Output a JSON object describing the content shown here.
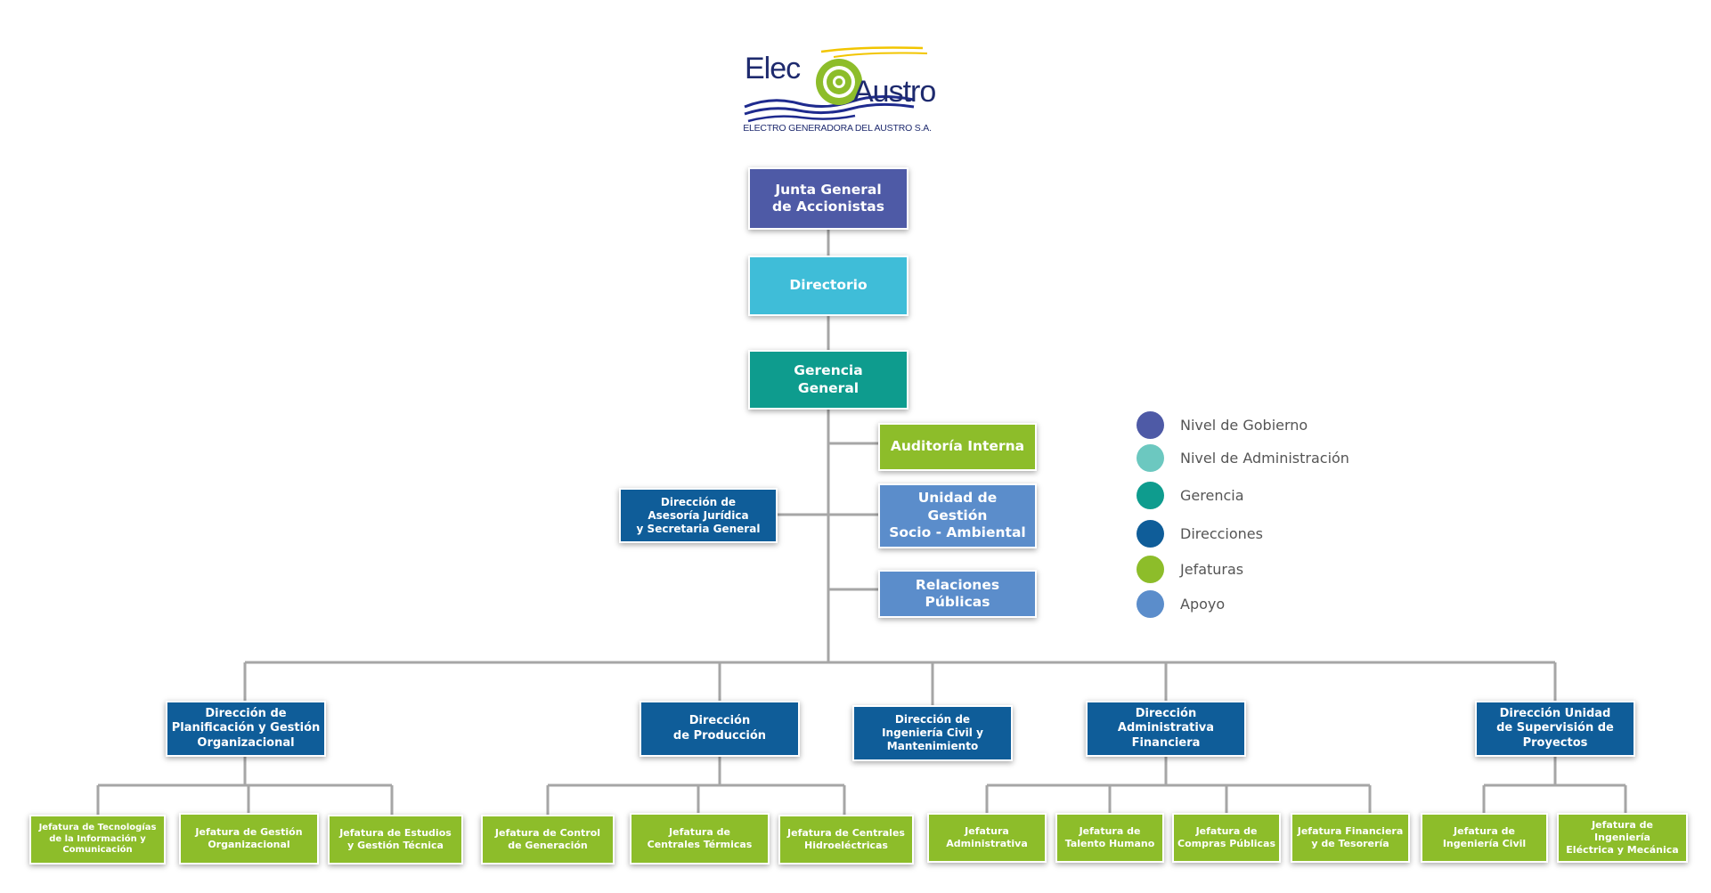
{
  "logo": {
    "word1": "Elec",
    "word2": "Austro",
    "subtitle": "ELECTRO GENERADORA DEL AUSTRO S.A."
  },
  "colors": {
    "nivel_gobierno": "#4e5aa6",
    "nivel_administracion": "#3fbdd8",
    "gerencia": "#0e9c8e",
    "direcciones": "#0f5d99",
    "jefaturas": "#8dbd2a",
    "apoyo": "#5b8dcb"
  },
  "nodes": {
    "junta": "Junta General\nde Accionistas",
    "directorio": "Directorio",
    "gerencia": "Gerencia\nGeneral",
    "auditoria": "Auditoría Interna",
    "unidad_gestion": "Unidad de\nGestión\nSocio - Ambiental",
    "relaciones": "Relaciones\nPúblicas",
    "asesoria": "Dirección de\nAsesoría Jurídica\ny Secretaria General",
    "dir_planificacion": "Dirección de\nPlanificación y Gestión\nOrganizacional",
    "dir_produccion": "Dirección\nde Producción",
    "dir_ingenieria": "Dirección de\nIngeniería Civil y\nMantenimiento",
    "dir_administrativa": "Dirección\nAdministrativa\nFinanciera",
    "dir_supervision": "Dirección Unidad\nde Supervisión de\nProyectos",
    "jef_tecnologias": "Jefatura de Tecnologías\nde la Información y\nComunicación",
    "jef_gestion_org": "Jefatura de Gestión\nOrganizacional",
    "jef_estudios": "Jefatura de Estudios\ny Gestión Técnica",
    "jef_control": "Jefatura de Control\nde Generación",
    "jef_termicas": "Jefatura de\nCentrales Térmicas",
    "jef_hidro": "Jefatura de Centrales\nHidroeléctricas",
    "jef_administrativa": "Jefatura\nAdministrativa",
    "jef_talento": "Jefatura de\nTalento Humano",
    "jef_compras": "Jefatura de\nCompras Públicas",
    "jef_financiera": "Jefatura Financiera\ny de Tesorería",
    "jef_ing_civil": "Jefatura de\nIngeniería Civil",
    "jef_ing_electrica": "Jefatura de Ingeniería\nEléctrica y Mecánica"
  },
  "legend": [
    {
      "label": "Nivel de Gobierno",
      "color": "#4e5aa6"
    },
    {
      "label": "Nivel de Administración",
      "color": "#6cc8c0"
    },
    {
      "label": "Gerencia",
      "color": "#0e9c8e"
    },
    {
      "label": "Direcciones",
      "color": "#0f5d99"
    },
    {
      "label": "Jefaturas",
      "color": "#8dbd2a"
    },
    {
      "label": "Apoyo",
      "color": "#5b8dcb"
    }
  ]
}
